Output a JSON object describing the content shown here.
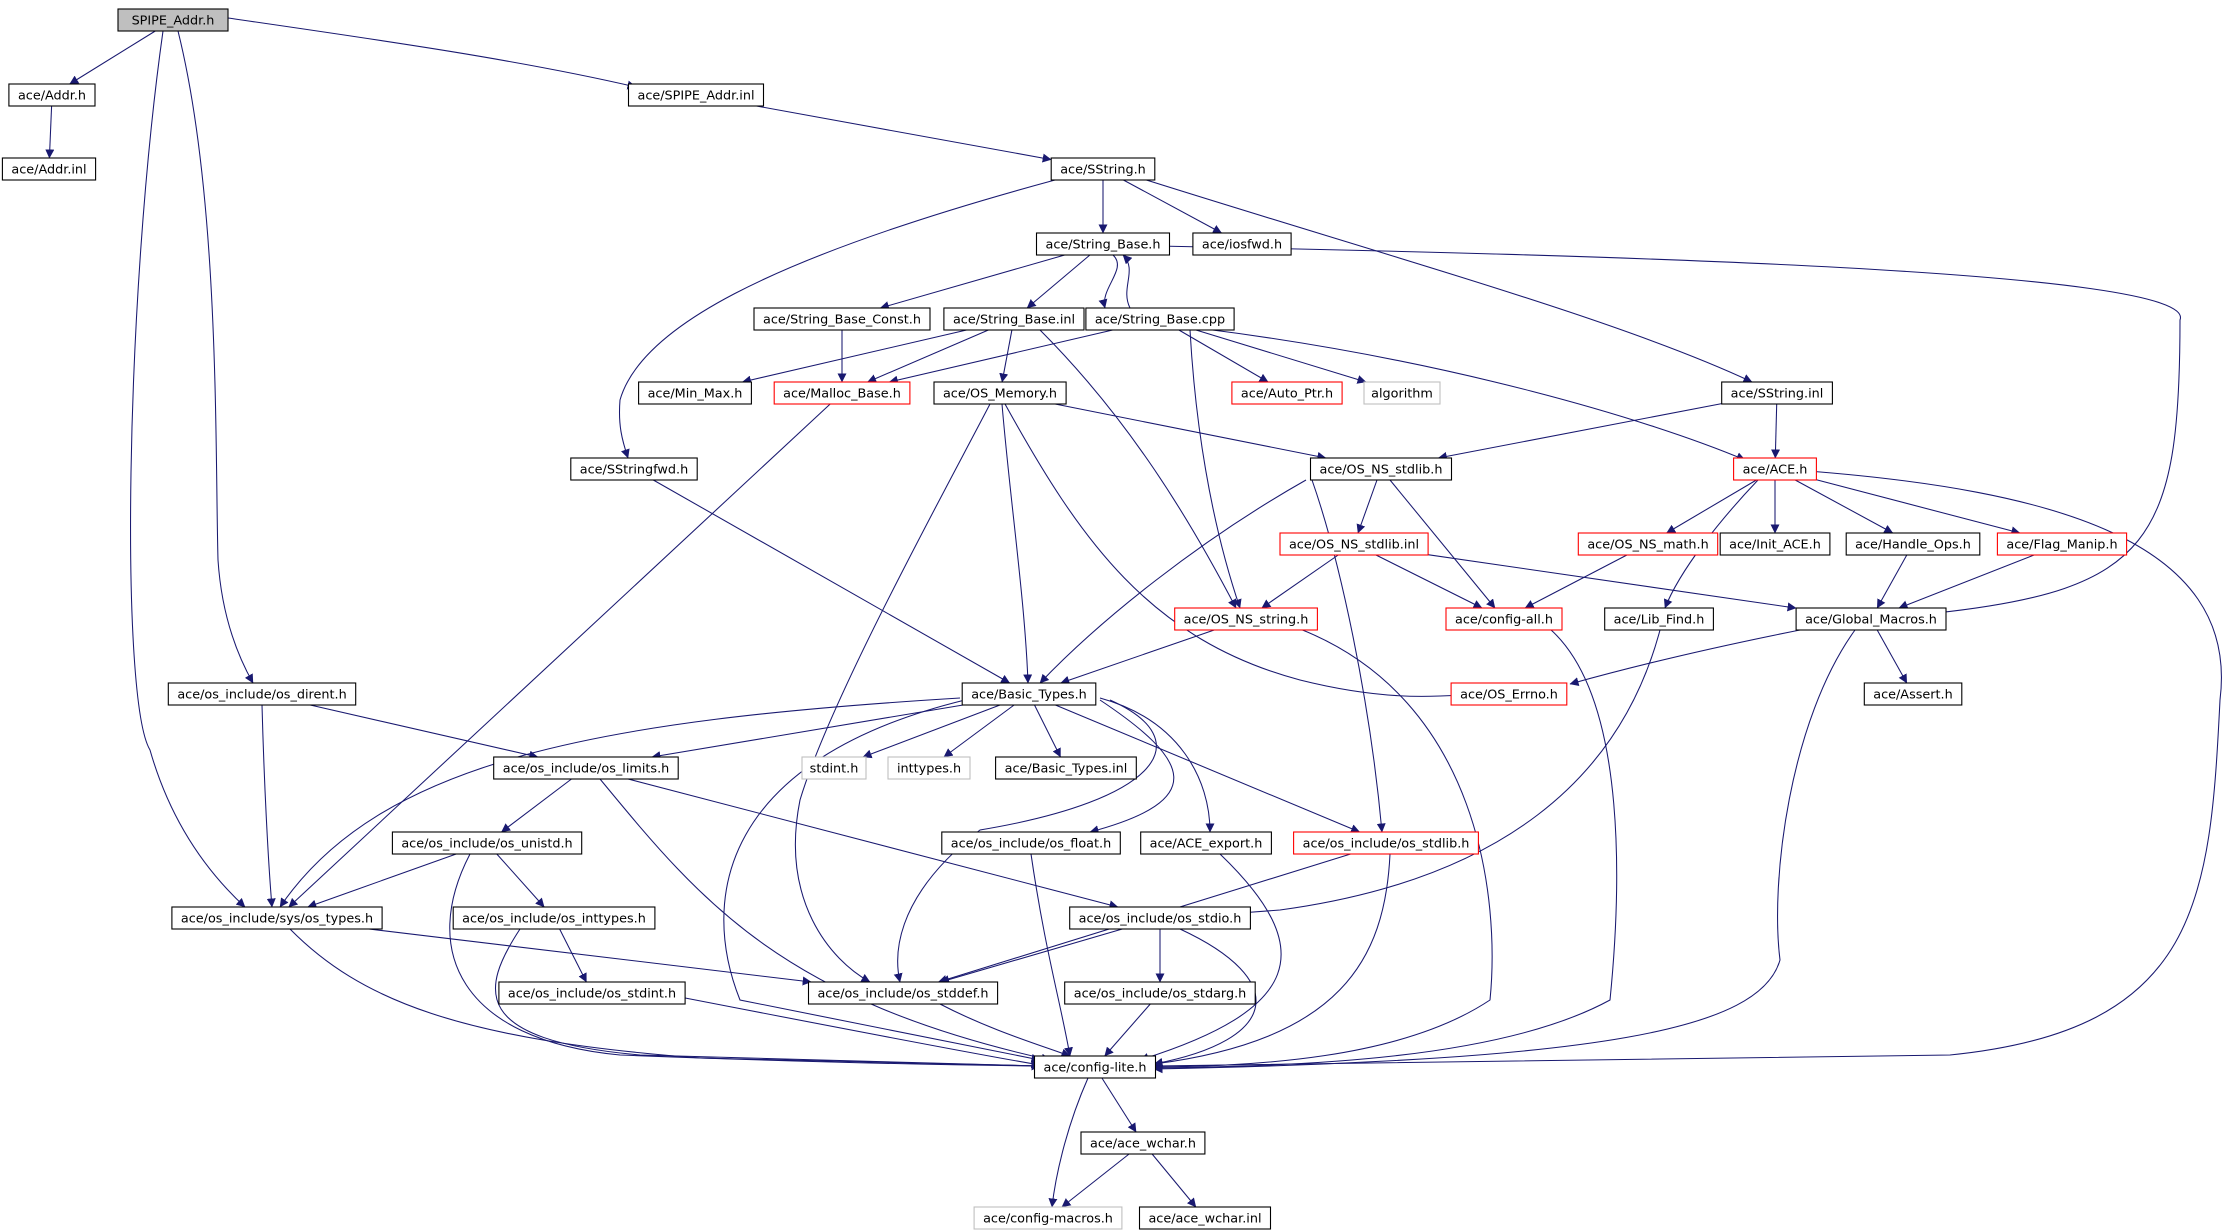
{
  "colors": {
    "background": "#ffffff",
    "edge": "#191970",
    "text": "#000000",
    "node_border_normal": "#000000",
    "node_border_truncated": "#ff0000",
    "node_border_external": "#bfbfbf",
    "root_fill": "#bfbfbf",
    "node_fill": "#ffffff"
  },
  "graph": {
    "root": "SPIPE_Addr.h",
    "nodes": [
      {
        "id": "spipe_addr_h",
        "label": "SPIPE_Addr.h",
        "style": "root"
      },
      {
        "id": "addr_h",
        "label": "ace/Addr.h",
        "style": "normal"
      },
      {
        "id": "addr_inl",
        "label": "ace/Addr.inl",
        "style": "normal"
      },
      {
        "id": "spipe_addr_inl",
        "label": "ace/SPIPE_Addr.inl",
        "style": "normal"
      },
      {
        "id": "sstring_h",
        "label": "ace/SString.h",
        "style": "normal"
      },
      {
        "id": "string_base_h",
        "label": "ace/String_Base.h",
        "style": "normal"
      },
      {
        "id": "iosfwd_h",
        "label": "ace/iosfwd.h",
        "style": "normal"
      },
      {
        "id": "string_base_const_h",
        "label": "ace/String_Base_Const.h",
        "style": "normal"
      },
      {
        "id": "string_base_inl",
        "label": "ace/String_Base.inl",
        "style": "normal"
      },
      {
        "id": "string_base_cpp",
        "label": "ace/String_Base.cpp",
        "style": "normal"
      },
      {
        "id": "min_max_h",
        "label": "ace/Min_Max.h",
        "style": "normal"
      },
      {
        "id": "malloc_base_h",
        "label": "ace/Malloc_Base.h",
        "style": "truncated"
      },
      {
        "id": "os_memory_h",
        "label": "ace/OS_Memory.h",
        "style": "normal"
      },
      {
        "id": "auto_ptr_h",
        "label": "ace/Auto_Ptr.h",
        "style": "truncated"
      },
      {
        "id": "algorithm",
        "label": "algorithm",
        "style": "external"
      },
      {
        "id": "sstring_inl",
        "label": "ace/SString.inl",
        "style": "normal"
      },
      {
        "id": "sstringfwd_h",
        "label": "ace/SStringfwd.h",
        "style": "normal"
      },
      {
        "id": "os_ns_stdlib_h",
        "label": "ace/OS_NS_stdlib.h",
        "style": "normal"
      },
      {
        "id": "ace_h",
        "label": "ace/ACE.h",
        "style": "truncated"
      },
      {
        "id": "os_ns_stdlib_inl",
        "label": "ace/OS_NS_stdlib.inl",
        "style": "truncated"
      },
      {
        "id": "os_ns_math_h",
        "label": "ace/OS_NS_math.h",
        "style": "truncated"
      },
      {
        "id": "init_ace_h",
        "label": "ace/Init_ACE.h",
        "style": "normal"
      },
      {
        "id": "handle_ops_h",
        "label": "ace/Handle_Ops.h",
        "style": "normal"
      },
      {
        "id": "flag_manip_h",
        "label": "ace/Flag_Manip.h",
        "style": "truncated"
      },
      {
        "id": "os_ns_string_h",
        "label": "ace/OS_NS_string.h",
        "style": "truncated"
      },
      {
        "id": "config_all_h",
        "label": "ace/config-all.h",
        "style": "truncated"
      },
      {
        "id": "lib_find_h",
        "label": "ace/Lib_Find.h",
        "style": "normal"
      },
      {
        "id": "global_macros_h",
        "label": "ace/Global_Macros.h",
        "style": "normal"
      },
      {
        "id": "os_dirent_h",
        "label": "ace/os_include/os_dirent.h",
        "style": "normal"
      },
      {
        "id": "basic_types_h",
        "label": "ace/Basic_Types.h",
        "style": "normal"
      },
      {
        "id": "os_errno_h",
        "label": "ace/OS_Errno.h",
        "style": "truncated"
      },
      {
        "id": "assert_h",
        "label": "ace/Assert.h",
        "style": "normal"
      },
      {
        "id": "os_limits_h",
        "label": "ace/os_include/os_limits.h",
        "style": "normal"
      },
      {
        "id": "stdint_h",
        "label": "stdint.h",
        "style": "external"
      },
      {
        "id": "inttypes_h",
        "label": "inttypes.h",
        "style": "external"
      },
      {
        "id": "basic_types_inl",
        "label": "ace/Basic_Types.inl",
        "style": "normal"
      },
      {
        "id": "os_unistd_h",
        "label": "ace/os_include/os_unistd.h",
        "style": "normal"
      },
      {
        "id": "os_float_h",
        "label": "ace/os_include/os_float.h",
        "style": "normal"
      },
      {
        "id": "ace_export_h",
        "label": "ace/ACE_export.h",
        "style": "normal"
      },
      {
        "id": "os_stdlib_h",
        "label": "ace/os_include/os_stdlib.h",
        "style": "truncated"
      },
      {
        "id": "sys_os_types_h",
        "label": "ace/os_include/sys/os_types.h",
        "style": "normal"
      },
      {
        "id": "os_inttypes_h",
        "label": "ace/os_include/os_inttypes.h",
        "style": "normal"
      },
      {
        "id": "os_stdio_h",
        "label": "ace/os_include/os_stdio.h",
        "style": "normal"
      },
      {
        "id": "os_stdint_h",
        "label": "ace/os_include/os_stdint.h",
        "style": "normal"
      },
      {
        "id": "os_stddef_h",
        "label": "ace/os_include/os_stddef.h",
        "style": "normal"
      },
      {
        "id": "os_stdarg_h",
        "label": "ace/os_include/os_stdarg.h",
        "style": "normal"
      },
      {
        "id": "config_lite_h",
        "label": "ace/config-lite.h",
        "style": "normal"
      },
      {
        "id": "ace_wchar_h",
        "label": "ace/ace_wchar.h",
        "style": "normal"
      },
      {
        "id": "config_macros_h",
        "label": "ace/config-macros.h",
        "style": "external"
      },
      {
        "id": "ace_wchar_inl",
        "label": "ace/ace_wchar.inl",
        "style": "normal"
      }
    ],
    "edges": [
      [
        "spipe_addr_h",
        "addr_h"
      ],
      [
        "spipe_addr_h",
        "spipe_addr_inl"
      ],
      [
        "spipe_addr_h",
        "os_dirent_h"
      ],
      [
        "spipe_addr_h",
        "sys_os_types_h"
      ],
      [
        "addr_h",
        "addr_inl"
      ],
      [
        "spipe_addr_inl",
        "sstring_h"
      ],
      [
        "sstring_h",
        "string_base_h"
      ],
      [
        "sstring_h",
        "iosfwd_h"
      ],
      [
        "sstring_h",
        "sstring_inl"
      ],
      [
        "sstring_h",
        "sstringfwd_h"
      ],
      [
        "string_base_h",
        "string_base_const_h"
      ],
      [
        "string_base_h",
        "string_base_inl"
      ],
      [
        "string_base_h",
        "string_base_cpp"
      ],
      [
        "string_base_h",
        "global_macros_h"
      ],
      [
        "string_base_cpp",
        "string_base_h"
      ],
      [
        "string_base_const_h",
        "malloc_base_h"
      ],
      [
        "string_base_inl",
        "min_max_h"
      ],
      [
        "string_base_inl",
        "malloc_base_h"
      ],
      [
        "string_base_inl",
        "os_memory_h"
      ],
      [
        "string_base_inl",
        "os_ns_string_h"
      ],
      [
        "string_base_cpp",
        "malloc_base_h"
      ],
      [
        "string_base_cpp",
        "auto_ptr_h"
      ],
      [
        "string_base_cpp",
        "algorithm"
      ],
      [
        "string_base_cpp",
        "os_ns_string_h"
      ],
      [
        "string_base_cpp",
        "ace_h"
      ],
      [
        "malloc_base_h",
        "sys_os_types_h"
      ],
      [
        "os_memory_h",
        "os_ns_stdlib_h"
      ],
      [
        "os_memory_h",
        "basic_types_h"
      ],
      [
        "os_memory_h",
        "os_errno_h"
      ],
      [
        "os_memory_h",
        "os_stddef_h"
      ],
      [
        "sstring_inl",
        "ace_h"
      ],
      [
        "sstring_inl",
        "os_ns_stdlib_h"
      ],
      [
        "sstringfwd_h",
        "basic_types_h"
      ],
      [
        "os_ns_stdlib_h",
        "os_ns_stdlib_inl"
      ],
      [
        "os_ns_stdlib_h",
        "config_all_h"
      ],
      [
        "os_ns_stdlib_h",
        "basic_types_h"
      ],
      [
        "os_ns_stdlib_h",
        "os_stdlib_h"
      ],
      [
        "ace_h",
        "os_ns_math_h"
      ],
      [
        "ace_h",
        "init_ace_h"
      ],
      [
        "ace_h",
        "handle_ops_h"
      ],
      [
        "ace_h",
        "flag_manip_h"
      ],
      [
        "ace_h",
        "lib_find_h"
      ],
      [
        "ace_h",
        "config_lite_h"
      ],
      [
        "os_ns_stdlib_inl",
        "os_ns_string_h"
      ],
      [
        "os_ns_stdlib_inl",
        "config_all_h"
      ],
      [
        "os_ns_stdlib_inl",
        "global_macros_h"
      ],
      [
        "os_ns_math_h",
        "config_all_h"
      ],
      [
        "handle_ops_h",
        "global_macros_h"
      ],
      [
        "flag_manip_h",
        "global_macros_h"
      ],
      [
        "os_ns_string_h",
        "basic_types_h"
      ],
      [
        "os_ns_string_h",
        "config_lite_h"
      ],
      [
        "config_all_h",
        "config_lite_h"
      ],
      [
        "lib_find_h",
        "os_stdio_h"
      ],
      [
        "global_macros_h",
        "os_errno_h"
      ],
      [
        "global_macros_h",
        "assert_h"
      ],
      [
        "global_macros_h",
        "config_lite_h"
      ],
      [
        "os_dirent_h",
        "os_limits_h"
      ],
      [
        "os_dirent_h",
        "sys_os_types_h"
      ],
      [
        "basic_types_h",
        "os_limits_h"
      ],
      [
        "basic_types_h",
        "stdint_h"
      ],
      [
        "basic_types_h",
        "inttypes_h"
      ],
      [
        "basic_types_h",
        "basic_types_inl"
      ],
      [
        "basic_types_h",
        "os_float_h"
      ],
      [
        "basic_types_h",
        "ace_export_h"
      ],
      [
        "basic_types_h",
        "os_stdlib_h"
      ],
      [
        "basic_types_h",
        "sys_os_types_h"
      ],
      [
        "basic_types_h",
        "os_stddef_h"
      ],
      [
        "basic_types_h",
        "config_lite_h"
      ],
      [
        "os_limits_h",
        "os_unistd_h"
      ],
      [
        "os_limits_h",
        "os_stdio_h"
      ],
      [
        "os_limits_h",
        "config_lite_h"
      ],
      [
        "os_unistd_h",
        "sys_os_types_h"
      ],
      [
        "os_unistd_h",
        "os_inttypes_h"
      ],
      [
        "os_unistd_h",
        "config_lite_h"
      ],
      [
        "os_float_h",
        "config_lite_h"
      ],
      [
        "ace_export_h",
        "config_lite_h"
      ],
      [
        "os_stdlib_h",
        "os_stddef_h"
      ],
      [
        "os_stdlib_h",
        "config_lite_h"
      ],
      [
        "sys_os_types_h",
        "os_stddef_h"
      ],
      [
        "sys_os_types_h",
        "config_lite_h"
      ],
      [
        "os_inttypes_h",
        "os_stdint_h"
      ],
      [
        "os_inttypes_h",
        "config_lite_h"
      ],
      [
        "os_stdio_h",
        "os_stddef_h"
      ],
      [
        "os_stdio_h",
        "os_stdarg_h"
      ],
      [
        "os_stdio_h",
        "config_lite_h"
      ],
      [
        "os_stdint_h",
        "config_lite_h"
      ],
      [
        "os_stddef_h",
        "config_lite_h"
      ],
      [
        "os_stdarg_h",
        "config_lite_h"
      ],
      [
        "config_lite_h",
        "ace_wchar_h"
      ],
      [
        "config_lite_h",
        "config_macros_h"
      ],
      [
        "ace_wchar_h",
        "config_macros_h"
      ],
      [
        "ace_wchar_h",
        "ace_wchar_inl"
      ]
    ]
  }
}
